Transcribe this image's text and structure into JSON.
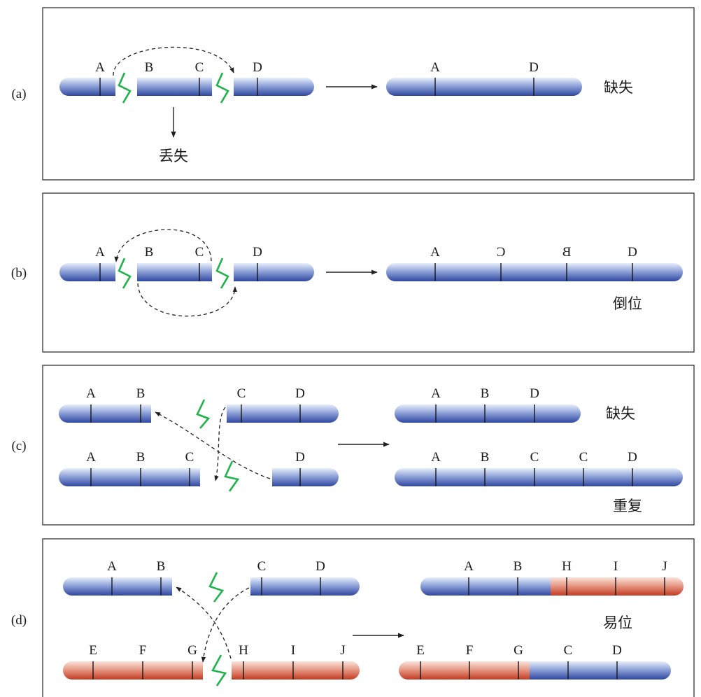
{
  "panels": {
    "a": {
      "label": "(a)",
      "lost": "丢失",
      "result": "缺失",
      "genes": [
        "A",
        "B",
        "C",
        "D"
      ],
      "result_genes": [
        "A",
        "D"
      ]
    },
    "b": {
      "label": "(b)",
      "result": "倒位",
      "genes": [
        "A",
        "B",
        "C",
        "D"
      ],
      "result_genes": [
        "A",
        "C",
        "B",
        "D"
      ]
    },
    "c": {
      "label": "(c)",
      "result_top": "缺失",
      "result_bottom": "重复",
      "top_left_genes": [
        "A",
        "B"
      ],
      "top_right_genes": [
        "C",
        "D"
      ],
      "bottom_left_genes": [
        "A",
        "B",
        "C"
      ],
      "bottom_right_genes": [
        "D"
      ],
      "result_top_genes": [
        "A",
        "B",
        "D"
      ],
      "result_bottom_genes": [
        "A",
        "B",
        "C",
        "C",
        "D"
      ]
    },
    "d": {
      "label": "(d)",
      "result": "易位",
      "top_left_genes": [
        "A",
        "B"
      ],
      "top_right_genes": [
        "C",
        "D"
      ],
      "bottom_left_genes": [
        "E",
        "F",
        "G"
      ],
      "bottom_right_genes": [
        "H",
        "I",
        "J"
      ],
      "result_top_genes": [
        "A",
        "B",
        "H",
        "I",
        "J"
      ],
      "result_bottom_genes": [
        "E",
        "F",
        "G",
        "C",
        "D"
      ]
    }
  },
  "colors": {
    "blue_chromosome": "#3f57a8",
    "red_chromosome": "#c23b22",
    "break_mark": "#1fb34a"
  }
}
